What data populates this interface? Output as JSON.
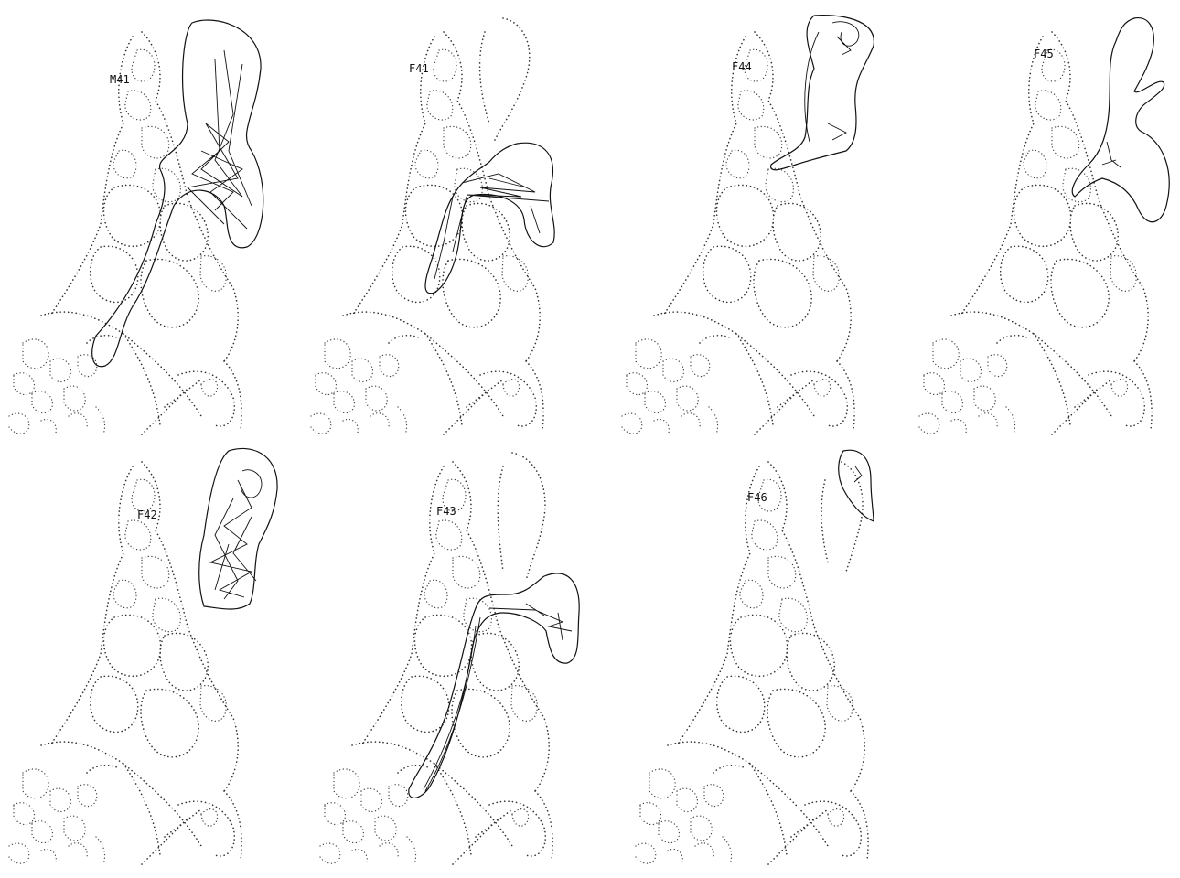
{
  "panels": [
    {
      "id": "M41"
    },
    {
      "id": "F41"
    },
    {
      "id": "F44"
    },
    {
      "id": "F45"
    },
    {
      "id": "F42"
    },
    {
      "id": "F43"
    },
    {
      "id": "F46"
    }
  ]
}
